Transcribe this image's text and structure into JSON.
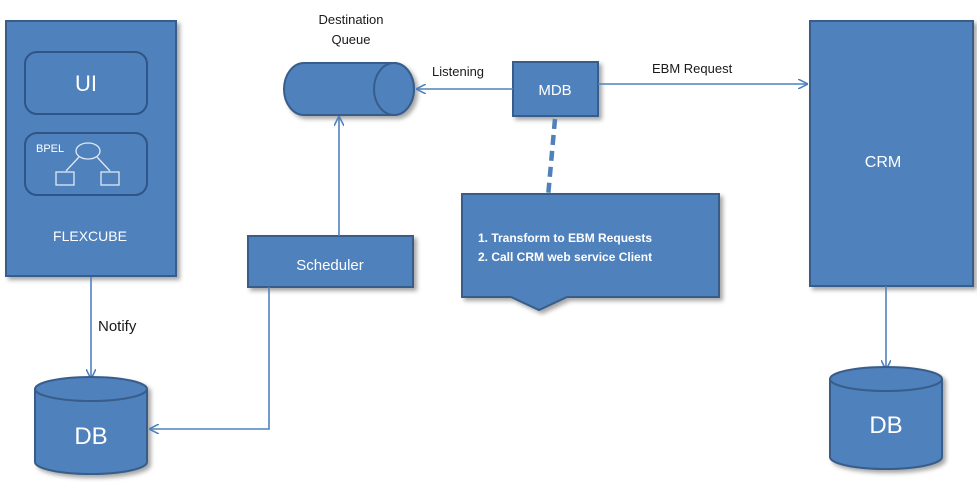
{
  "flexcube": {
    "ui_label": "UI",
    "bpel_label": "BPEL",
    "label": "FLEXCUBE"
  },
  "notify_label": "Notify",
  "db_left_label": "DB",
  "queue": {
    "title_line1": "Destination",
    "title_line2": "Queue"
  },
  "scheduler_label": "Scheduler",
  "listening_label": "Listening",
  "mdb_label": "MDB",
  "ebm_request_label": "EBM  Request",
  "callout": {
    "item1": "1.    Transform to EBM Requests",
    "item2": "2.    Call CRM web service Client"
  },
  "crm_label": "CRM",
  "db_right_label": "DB",
  "colors": {
    "fill": "#4f81bd",
    "stroke": "#385d8a",
    "line": "#4f81bd"
  }
}
